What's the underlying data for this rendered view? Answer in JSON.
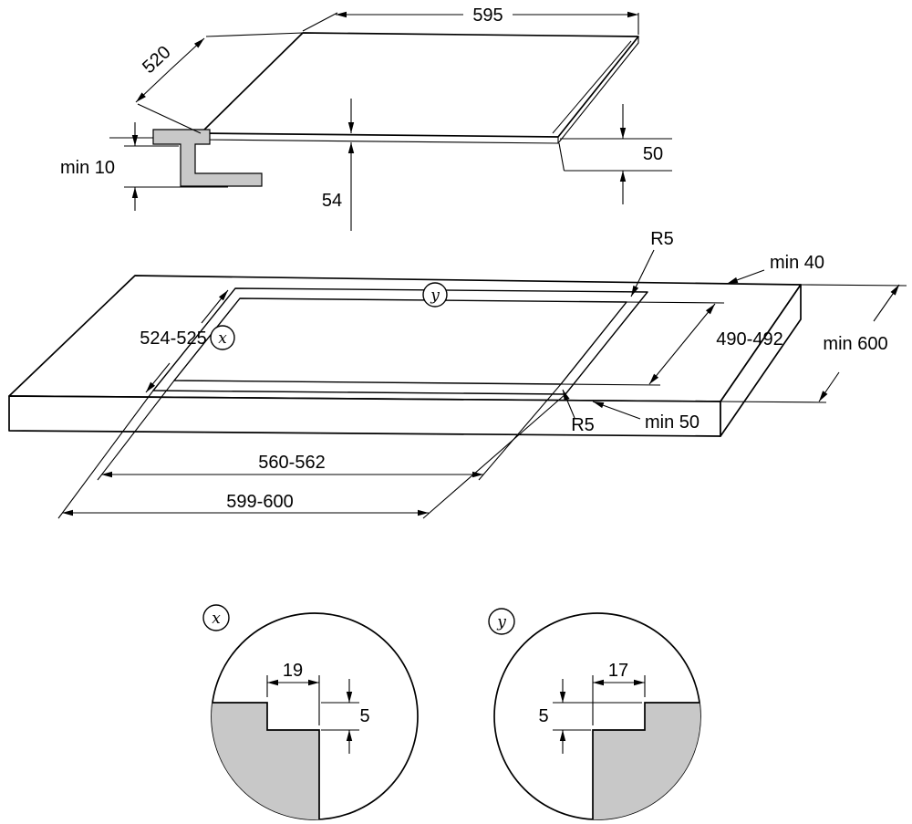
{
  "labels": {
    "hob": {
      "width": "595",
      "depth": "520",
      "clamp_gap": "min 10",
      "total_height": "54",
      "below_height": "50"
    },
    "worktop": {
      "radius_back": "R5",
      "radius_front": "R5",
      "min_back": "min 40",
      "min_depth": "min 600",
      "recess_depth": "524-525",
      "cutout_depth": "490-492",
      "min_front": "min 50",
      "cutout_width": "560-562",
      "recess_width": "599-600",
      "marker_x": "x",
      "marker_y": "y"
    },
    "detail_x": {
      "marker": "x",
      "width": "19",
      "depth": "5"
    },
    "detail_y": {
      "marker": "y",
      "width": "17",
      "depth": "5"
    }
  },
  "colors": {
    "material": "#c8c8c8",
    "line": "#000000",
    "background": "#ffffff"
  }
}
